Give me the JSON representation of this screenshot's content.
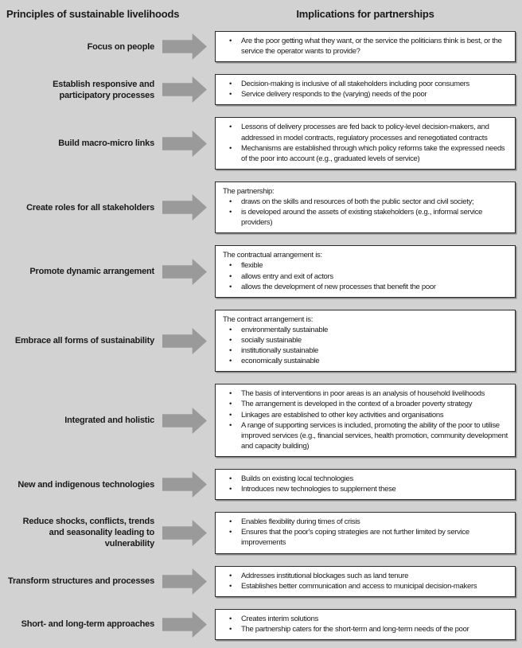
{
  "header": {
    "left": "Principles of sustainable livelihoods",
    "right": "Implications for partnerships"
  },
  "colors": {
    "page_background": "#d2d2d2",
    "box_background": "#ffffff",
    "box_border": "#2b2b2b",
    "arrow_fill": "#9a9a9a",
    "text": "#1a1a1a"
  },
  "icons": {
    "arrow": "block-arrow-right-icon"
  },
  "rows": [
    {
      "label": "Focus on people",
      "lead": null,
      "bullets": [
        "Are the poor getting what they want, or the service the politicians think is best, or the service the operator wants to provide?"
      ]
    },
    {
      "label": "Establish responsive and participatory processes",
      "lead": null,
      "bullets": [
        "Decision-making is inclusive of all stakeholders including poor consumers",
        "Service delivery responds to the (varying) needs of the poor"
      ]
    },
    {
      "label": "Build macro-micro links",
      "lead": null,
      "bullets": [
        "Lessons of delivery processes are fed back to policy-level decision-makers, and addressed in model contracts, regulatory processes and renegotiated contracts",
        "Mechanisms are established through which policy reforms take the expressed needs of the poor into account (e.g., graduated levels of service)"
      ]
    },
    {
      "label": "Create roles for all stakeholders",
      "lead": "The partnership:",
      "bullets": [
        "draws on the skills and resources of both the public sector and civil society;",
        "is developed around the assets of existing stakeholders (e.g., informal service providers)"
      ]
    },
    {
      "label": "Promote dynamic arrangement",
      "lead": "The contractual arrangement is:",
      "bullets": [
        "flexible",
        "allows entry and exit of actors",
        "allows the development of new processes that benefit the poor"
      ]
    },
    {
      "label": "Embrace all forms of sustainability",
      "lead": "The contract arrangement is:",
      "bullets": [
        "environmentally sustainable",
        "socially sustainable",
        "institutionally sustainable",
        "economically sustainable"
      ]
    },
    {
      "label": "Integrated and holistic",
      "lead": null,
      "bullets": [
        "The basis of interventions in poor areas is an analysis of household livelihoods",
        "The arrangement is developed in the context of a broader poverty strategy",
        "Linkages are established to other key activities and organisations",
        "A range of supporting services is included, promoting the ability of the poor to utilise improved services (e.g., financial services, health promotion, community development and capacity building)"
      ]
    },
    {
      "label": "New and indigenous technologies",
      "lead": null,
      "bullets": [
        "Builds on existing local technologies",
        "Introduces new technologies to supplement these"
      ]
    },
    {
      "label": "Reduce shocks, conflicts, trends and seasonality leading to vulnerability",
      "lead": null,
      "bullets": [
        "Enables flexibility during times of crisis",
        "Ensures that the poor's coping strategies are not further limited by service improvements"
      ]
    },
    {
      "label": "Transform structures and processes",
      "lead": null,
      "bullets": [
        "Addresses institutional blockages such as land tenure",
        "Establishes better communication and access to municipal decision-makers"
      ]
    },
    {
      "label": "Short- and long-term approaches",
      "lead": null,
      "bullets": [
        "Creates interim solutions",
        "The partnership caters for the short-term and long-term needs of the poor"
      ]
    }
  ]
}
